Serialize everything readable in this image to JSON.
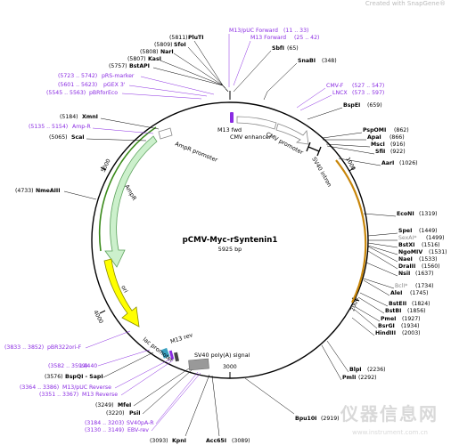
{
  "watermark": {
    "top": "Created with SnapGene®",
    "brand": "仪器信息网",
    "url": "www.instrument.com.cn"
  },
  "plasmid": {
    "name": "pCMV-Myc-rSyntenin1",
    "length": "5925 bp"
  },
  "ticks": [
    "1000",
    "2000",
    "3000",
    "4000",
    "5000"
  ],
  "features": {
    "cmv_enhancer": "CMV enhancer",
    "cmv_promoter": "CMV promoter",
    "m13_fwd": "M13 fwd",
    "sv40_intron": "SV40 intron",
    "ampr_promoter": "AmpR promoter",
    "ampr": "AmpR",
    "ori": "ori",
    "lac_promoter": "lac promoter",
    "m13_rev": "M13 rev",
    "sv40_polya": "SV40 poly(A) signal"
  },
  "sites_right": [
    {
      "name": "SnaBI",
      "pos": "(348)"
    },
    {
      "name": "BspEI",
      "pos": "(659)"
    },
    {
      "name": "PspOMI",
      "pos": "(862)"
    },
    {
      "name": "ApaI",
      "pos": "(866)"
    },
    {
      "name": "MscI",
      "pos": "(916)"
    },
    {
      "name": "SfiI",
      "pos": "(922)"
    },
    {
      "name": "AarI",
      "pos": "(1026)"
    },
    {
      "name": "EcoNI",
      "pos": "(1319)"
    },
    {
      "name": "SpeI",
      "pos": "(1449)"
    },
    {
      "name": "SexAI*",
      "pos": "(1499)"
    },
    {
      "name": "BstXI",
      "pos": "(1516)"
    },
    {
      "name": "NgoMIV",
      "pos": "(1531)"
    },
    {
      "name": "NaeI",
      "pos": "(1533)"
    },
    {
      "name": "DraIII",
      "pos": "(1560)"
    },
    {
      "name": "NsiI",
      "pos": "(1637)"
    },
    {
      "name": "BclI*",
      "pos": "(1734)"
    },
    {
      "name": "AleI",
      "pos": "(1745)"
    },
    {
      "name": "BstEII",
      "pos": "(1824)"
    },
    {
      "name": "BstBI",
      "pos": "(1856)"
    },
    {
      "name": "PmeI",
      "pos": "(1927)"
    },
    {
      "name": "BsrGI",
      "pos": "(1934)"
    },
    {
      "name": "HindIII",
      "pos": "(2003)"
    },
    {
      "name": "BlpI",
      "pos": "(2236)"
    },
    {
      "name": "PmlI",
      "pos": "(2292)"
    },
    {
      "name": "Bpu10I",
      "pos": "(2919)"
    }
  ],
  "sites_top": [
    {
      "name": "PluTI",
      "pos": "(5811)"
    },
    {
      "name": "SfoI",
      "pos": "(5809)"
    },
    {
      "name": "NarI",
      "pos": "(5808)"
    },
    {
      "name": "KasI",
      "pos": "(5807)"
    },
    {
      "name": "BstAPI",
      "pos": "(5757)"
    },
    {
      "name": "SbfI",
      "pos": "(65)"
    }
  ],
  "sites_left": [
    {
      "name": "XmnI",
      "pos": "(5184)"
    },
    {
      "name": "ScaI",
      "pos": "(5065)"
    },
    {
      "name": "NmeAIII",
      "pos": "(4733)"
    },
    {
      "name": "BspQI - SapI",
      "pos": "(3576)"
    },
    {
      "name": "MfeI",
      "pos": "(3249)"
    },
    {
      "name": "PsiI",
      "pos": "(3220)"
    },
    {
      "name": "KpnI",
      "pos": "(3093)"
    },
    {
      "name": "Acc65I",
      "pos": "(3089)"
    }
  ],
  "primers": [
    {
      "name": "M13/pUC Forward",
      "pos": "(11 .. 33)"
    },
    {
      "name": "M13 Forward",
      "pos": "(25 .. 42)"
    },
    {
      "name": "CMV-F",
      "pos": "(527 .. 547)"
    },
    {
      "name": "LNCX",
      "pos": "(573 .. 597)"
    },
    {
      "name": "pRS-marker",
      "pos": "(5723 .. 5742)"
    },
    {
      "name": "pGEX 3'",
      "pos": "(5601 .. 5623)"
    },
    {
      "name": "pBRforEco",
      "pos": "(5545 .. 5563)"
    },
    {
      "name": "Amp-R",
      "pos": "(5135 .. 5154)"
    },
    {
      "name": "pBR322ori-F",
      "pos": "(3833 .. 3852)"
    },
    {
      "name": "L4440",
      "pos": "(3582 .. 3599)"
    },
    {
      "name": "M13/pUC Reverse",
      "pos": "(3364 .. 3386)"
    },
    {
      "name": "M13 Reverse",
      "pos": "(3351 .. 3367)"
    },
    {
      "name": "SV40pA-R",
      "pos": "(3184 .. 3203)"
    },
    {
      "name": "EBV-rev",
      "pos": "(3130 .. 3149)"
    }
  ]
}
